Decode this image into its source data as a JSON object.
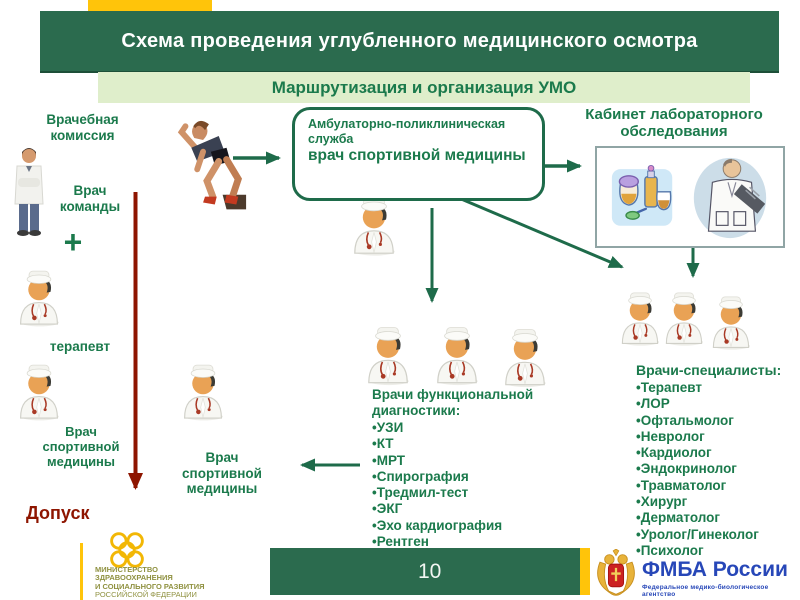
{
  "header": {
    "title": "Схема проведения углубленного медицинского осмотра",
    "subtitle": "Маршрутизация и организация УМО"
  },
  "left": {
    "commission": "Врачебная комиссия",
    "team_doctor": "Врач команды",
    "plus": "+",
    "therapist": "терапевт",
    "sports_doctor": "Врач спортивной медицины",
    "admission": "Допуск"
  },
  "center": {
    "clinic_line1": "Амбулаторно-поликлиническая служба",
    "clinic_line2": "врач спортивной медицины",
    "sports_doctor": "Врач спортивной медицины"
  },
  "lab": {
    "title": "Кабинет лабораторного обследования"
  },
  "functional": {
    "title": "Врачи функциональной диагностики:",
    "items": [
      "УЗИ",
      "КТ",
      "МРТ",
      "Спирография",
      "Тредмил-тест",
      "ЭКГ",
      "Эхо кардиография",
      "Рентген"
    ]
  },
  "specialists": {
    "title": "Врачи-специалисты:",
    "items": [
      "Терапевт",
      "ЛОР",
      "Офтальмолог",
      "Невролог",
      "Кардиолог",
      "Эндокринолог",
      "Травматолог",
      "Хирург",
      "Дерматолог",
      "Уролог/Гинеколог",
      "Психолог"
    ]
  },
  "footer": {
    "ministry_lines": [
      "МИНИСТЕРСТВО",
      "ЗДРАВООХРАНЕНИЯ",
      "И СОЦИАЛЬНОГО РАЗВИТИЯ",
      "РОССИЙСКОЙ ФЕДЕРАЦИИ"
    ],
    "page_number": "10",
    "fmba_title": "ФМБА России",
    "fmba_subtitle": "Федеральное медико-биологическое агентство"
  },
  "colors": {
    "header_green": "#2b6b4e",
    "light_green": "#dfeecb",
    "text_green": "#1b7a4c",
    "arrow_green": "#1e6b4a",
    "dark_red": "#8e1500",
    "accent_yellow": "#ffc40a",
    "ministry_gold": "#f2b705",
    "ministry_olive": "#8f9140",
    "fmba_blue": "#2747b8"
  }
}
